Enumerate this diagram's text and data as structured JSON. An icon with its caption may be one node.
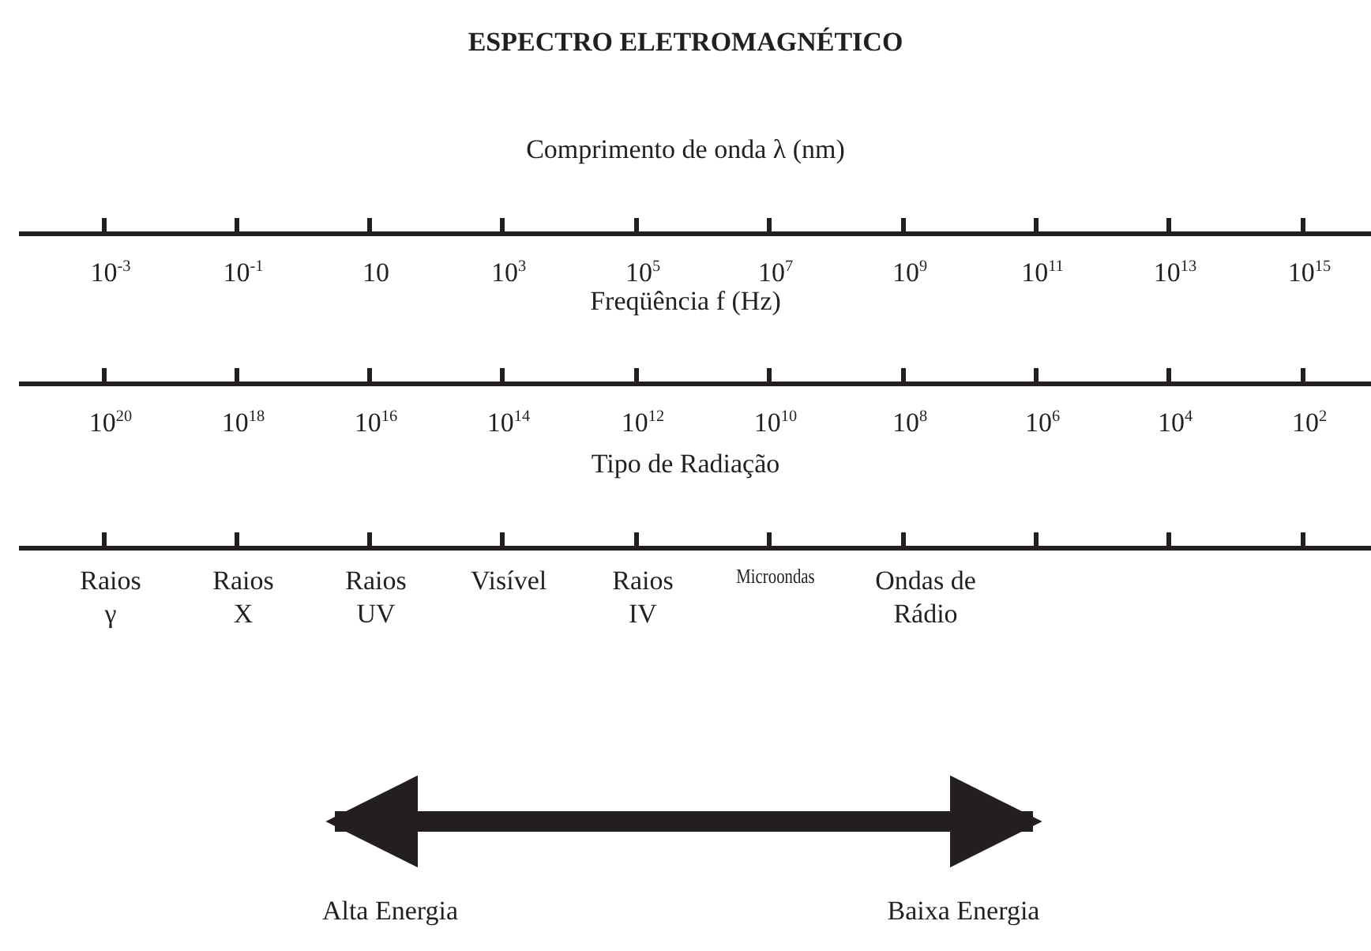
{
  "diagram": {
    "title": "ESPECTRO ELETROMAGNÉTICO",
    "labels": [
      "Comprimento de onda λ (nm)",
      "10$^{-3}$",
      "10$^{-1}$",
      "10",
      "10$^{3}$",
      "10$^{5}$",
      "10$^{7}$",
      "10$^{9}$",
      "10$^{11}$",
      "10$^{13}$",
      "10$^{15}$",
      "Freqüência f (Hz)",
      "10$^{20}$",
      "10$^{18}$",
      "10$^{16}$",
      "10$^{14}$",
      "10$^{12}$",
      "10$^{10}$",
      "10$^{8}$",
      "10$^{6}$",
      "10$^{4}$",
      "10$^{2}$",
      "Tipo de Radiação",
      "Raios γ",
      "Raios X",
      "Raios UV",
      "Visível",
      "Raios IV",
      "Microondas",
      "Ondas de Rádio",
      "Alta Energia",
      "Baixa Energia"
    ]
  }
}
